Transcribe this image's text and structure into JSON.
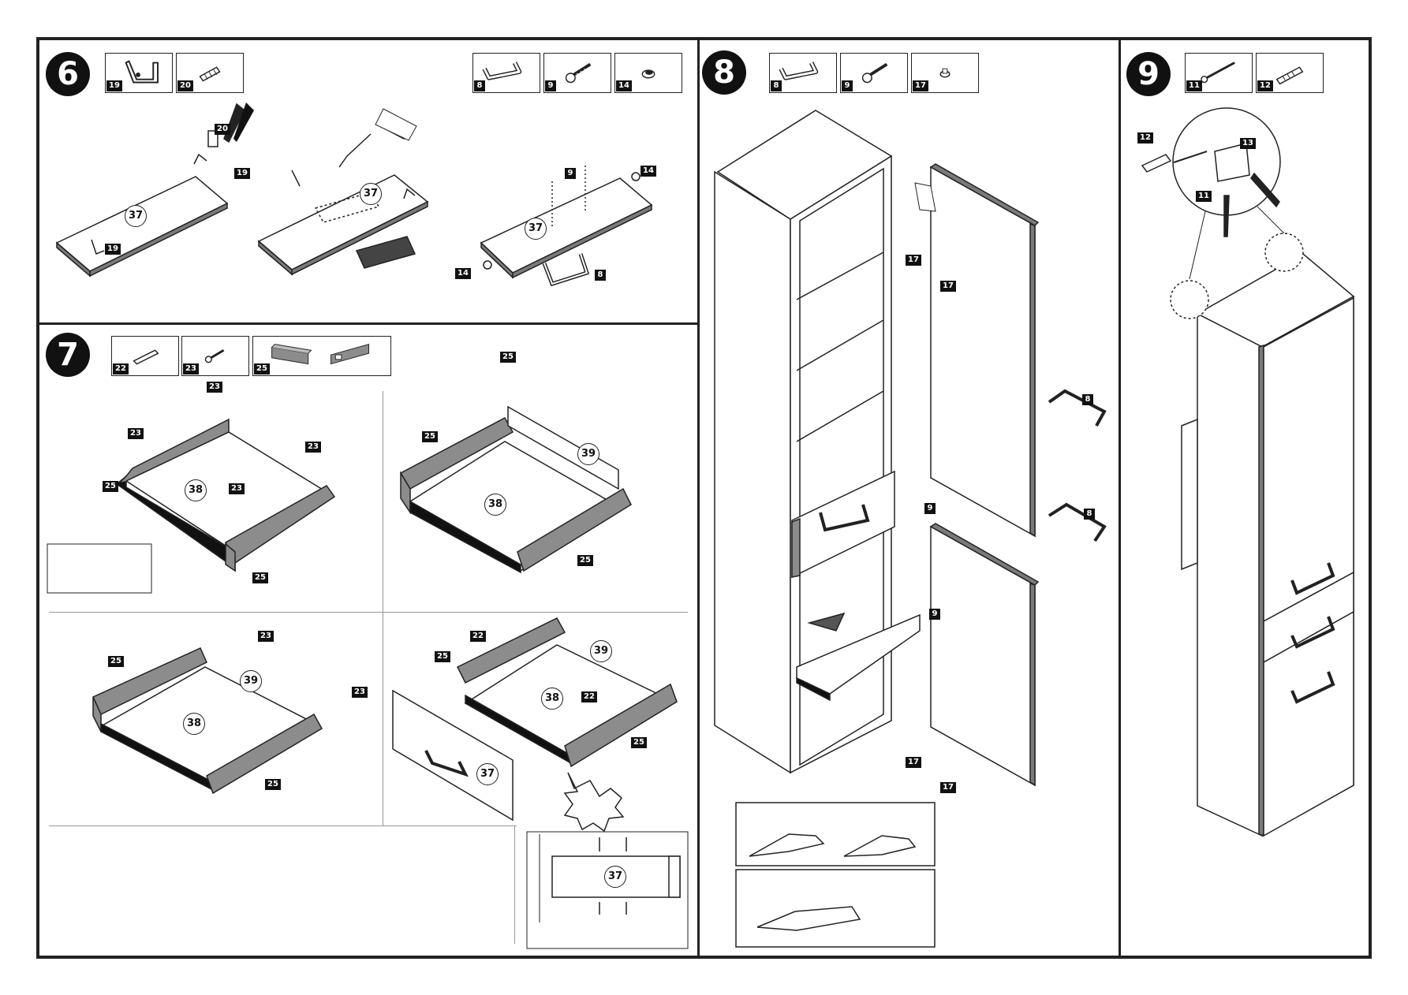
{
  "steps": {
    "s6": "6",
    "s7": "7",
    "s8": "8",
    "s9": "9"
  },
  "parts": {
    "p6a": [
      "19",
      "20"
    ],
    "p6b": [
      "8",
      "9",
      "14"
    ],
    "p7": [
      "22",
      "23",
      "25"
    ],
    "p8": [
      "8",
      "9",
      "17"
    ],
    "p9": [
      "11",
      "12"
    ]
  },
  "labels": {
    "s6_20": "20",
    "s6_19a": "19",
    "s6_19b": "19",
    "s6_37a": "37",
    "s6_37b": "37",
    "s6_37c": "37",
    "s6_9": "9",
    "s6_14a": "14",
    "s6_14b": "14",
    "s6_8": "8",
    "s7_25top": "25",
    "s7a_23a": "23",
    "s7a_23b": "23",
    "s7a_23c": "23",
    "s7a_23d": "23",
    "s7a_25a": "25",
    "s7a_25b": "25",
    "s7a_38": "38",
    "s7b_25a": "25",
    "s7b_25b": "25",
    "s7b_39": "39",
    "s7b_38": "38",
    "s7c_23a": "23",
    "s7c_23b": "23",
    "s7c_25a": "25",
    "s7c_25b": "25",
    "s7c_39": "39",
    "s7c_38": "38",
    "s7d_22a": "22",
    "s7d_22b": "22",
    "s7d_25a": "25",
    "s7d_25b": "25",
    "s7d_39": "39",
    "s7d_38": "38",
    "s7d_37": "37",
    "s7e_37": "37",
    "s8_17a": "17",
    "s8_17b": "17",
    "s8_17c": "17",
    "s8_17d": "17",
    "s8_8a": "8",
    "s8_8b": "8",
    "s8_9a": "9",
    "s8_9b": "9",
    "s9_12": "12",
    "s9_13": "13",
    "s9_11": "11"
  },
  "colors": {
    "ink": "#111111",
    "panel_edge": "#7a7a7a",
    "panel_face": "#ffffff",
    "drawer_side": "#8c8c8c"
  },
  "icons": [
    "bracket-icon",
    "screw-icon",
    "handle-icon",
    "cap-icon",
    "dowel-icon",
    "drawer-slide-icon",
    "wall-plug-icon",
    "screwdriver-icon",
    "drill-icon",
    "hinge-icon"
  ]
}
